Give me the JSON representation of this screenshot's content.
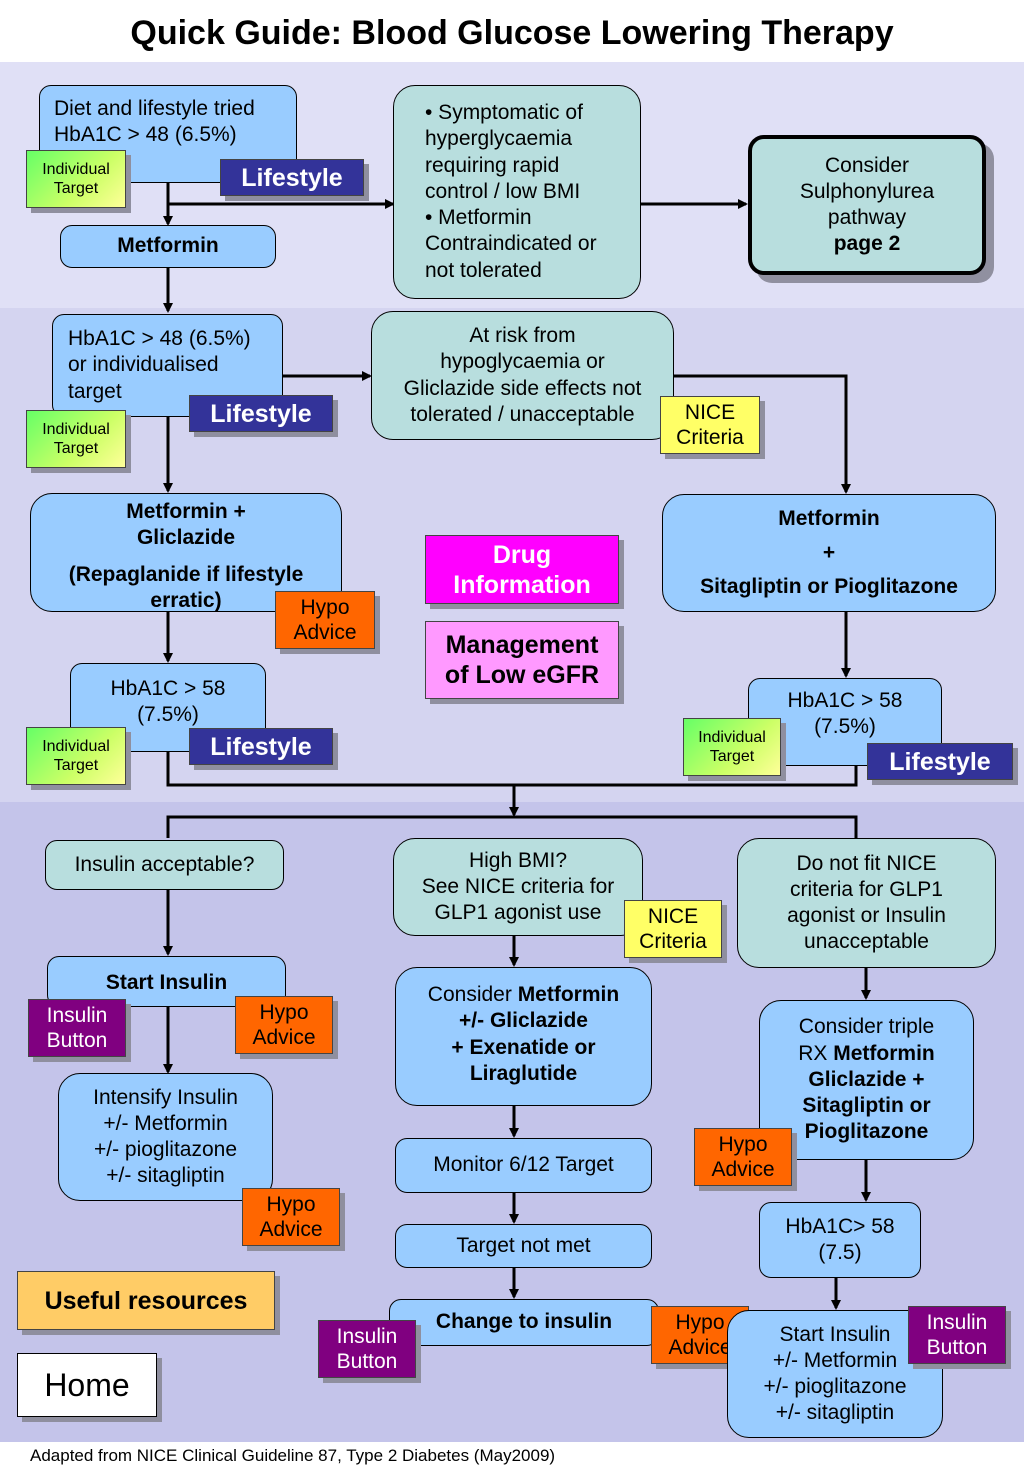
{
  "title": "Quick Guide: Blood Glucose Lowering Therapy",
  "footer": "Adapted from NICE Clinical Guideline 87, Type 2 Diabetes (May2009)",
  "colors": {
    "band_top": "#e0e0f6",
    "band_middle": "#d4d4f0",
    "band_bottom": "#c4c4ea",
    "box_blue": "#99ccff",
    "box_teal": "#b8dede",
    "lifestyle": "#333399",
    "hypo": "#ff6600",
    "insulin": "#800080",
    "nice": "#ffff66",
    "drug_info": "#ff00ff",
    "management": "#ff99ff",
    "resources": "#ffcc66"
  },
  "labels": {
    "lifestyle": "Lifestyle",
    "individual_target": [
      "Individual",
      "Target"
    ],
    "hypo_advice": [
      "Hypo",
      "Advice"
    ],
    "insulin_button": [
      "Insulin",
      "Button"
    ],
    "nice_criteria": [
      "NICE",
      "Criteria"
    ]
  },
  "nodes": {
    "diet": [
      "Diet and lifestyle tried",
      "HbA1C > 48 (6.5%)"
    ],
    "metformin": "Metformin",
    "symptomatic": [
      "• Symptomatic of",
      "hyperglycaemia",
      "requiring rapid",
      "control / low BMI",
      "• Metformin",
      "Contraindicated or",
      "not tolerated"
    ],
    "sulphonylurea": [
      "Consider",
      "Sulphonylurea",
      "pathway",
      "page 2"
    ],
    "hba1c_mid": [
      "HbA1C > 48 (6.5%)",
      "or individualised",
      "target"
    ],
    "at_risk": [
      "At risk from",
      "hypoglycaemia or",
      "Gliclazide side effects not",
      "tolerated / unacceptable"
    ],
    "met_glic": [
      "Metformin +",
      "Gliclazide",
      "(Repaglanide if lifestyle",
      "erratic)"
    ],
    "met_sita": [
      "Metformin",
      "+",
      "Sitagliptin or Pioglitazone"
    ],
    "drug_info": [
      "Drug",
      "Information"
    ],
    "low_egfr": [
      "Management",
      "of Low eGFR"
    ],
    "hba1c58_left": [
      "HbA1C > 58",
      "(7.5%)"
    ],
    "hba1c58_right": [
      "HbA1C > 58",
      "(7.5%)"
    ],
    "insulin_acceptable": "Insulin acceptable?",
    "high_bmi": [
      "High BMI?",
      "See NICE criteria for",
      "GLP1 agonist use"
    ],
    "not_fit": [
      "Do not fit NICE",
      "criteria for GLP1",
      "agonist or Insulin",
      "unacceptable"
    ],
    "start_insulin": "Start Insulin",
    "intensify": [
      "Intensify Insulin",
      "+/- Metformin",
      "+/- pioglitazone",
      "+/- sitagliptin"
    ],
    "consider_met_pre": "Consider ",
    "consider_met": [
      "Metformin",
      "+/- Gliclazide",
      "+ Exenatide or",
      "Liraglutide"
    ],
    "monitor": "Monitor 6/12 Target",
    "target_not_met": "Target not met",
    "change_insulin": "Change to insulin",
    "triple_pre": [
      "Consider triple",
      "RX "
    ],
    "triple": [
      "Metformin",
      "Gliclazide +",
      "Sitagliptin or",
      "Pioglitazone"
    ],
    "hba1c_75": [
      "HbA1C> 58",
      "(7.5)"
    ],
    "start_insulin_2": [
      "Start Insulin",
      "+/- Metformin",
      "+/- pioglitazone",
      "+/- sitagliptin"
    ],
    "useful_resources": "Useful resources",
    "home": "Home"
  }
}
